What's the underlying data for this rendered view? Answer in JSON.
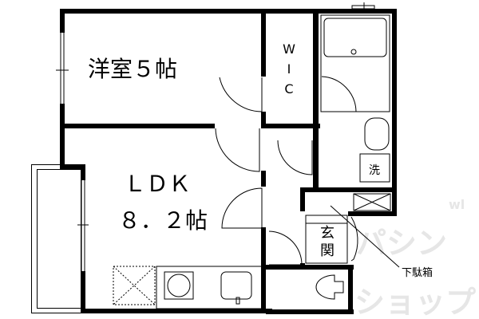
{
  "rooms": {
    "western_room": "洋室５帖",
    "wic": [
      "W",
      "I",
      "C"
    ],
    "ldk_name": "ＬＤＫ",
    "ldk_size": "８．２帖",
    "washing_machine": "洗",
    "entrance": [
      "玄",
      "関"
    ],
    "shoe_box": "下駄箱"
  },
  "watermark": {
    "line1": "パシン",
    "line2": "ショップ",
    "small": "wl"
  }
}
